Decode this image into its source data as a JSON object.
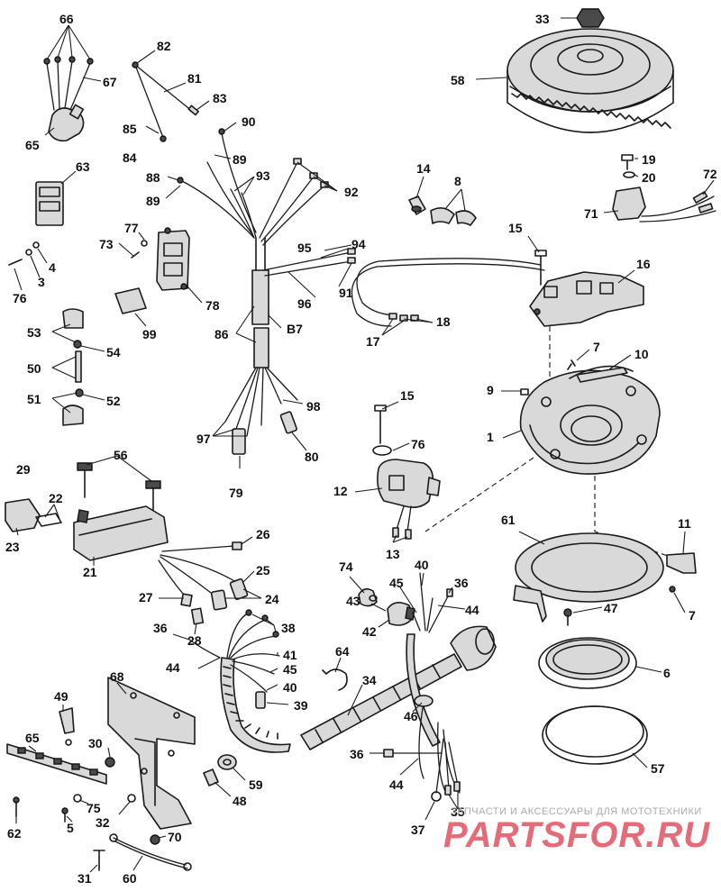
{
  "watermark": {
    "tagline": "ЗАПЧАСТИ И АКСЕССУАРЫ ДЛЯ МОТОТЕХНИКИ",
    "logo": "PARTSFOR.RU"
  },
  "callouts": [
    {
      "id": "66a",
      "text": "66"
    },
    {
      "id": "67",
      "text": "67"
    },
    {
      "id": "65",
      "text": "65"
    },
    {
      "id": "82",
      "text": "82"
    },
    {
      "id": "81",
      "text": "81"
    },
    {
      "id": "83",
      "text": "83"
    },
    {
      "id": "85",
      "text": "85"
    },
    {
      "id": "84",
      "text": "84"
    },
    {
      "id": "90",
      "text": "90"
    },
    {
      "id": "89a",
      "text": "89"
    },
    {
      "id": "88",
      "text": "88"
    },
    {
      "id": "93",
      "text": "93"
    },
    {
      "id": "89b",
      "text": "89"
    },
    {
      "id": "92",
      "text": "92"
    },
    {
      "id": "63",
      "text": "63"
    },
    {
      "id": "4",
      "text": "4"
    },
    {
      "id": "3",
      "text": "3"
    },
    {
      "id": "76a",
      "text": "76"
    },
    {
      "id": "77",
      "text": "77"
    },
    {
      "id": "73",
      "text": "73"
    },
    {
      "id": "78",
      "text": "78"
    },
    {
      "id": "99",
      "text": "99"
    },
    {
      "id": "95",
      "text": "95"
    },
    {
      "id": "94",
      "text": "94"
    },
    {
      "id": "91",
      "text": "91"
    },
    {
      "id": "96",
      "text": "96"
    },
    {
      "id": "86",
      "text": "86"
    },
    {
      "id": "87",
      "text": "B7"
    },
    {
      "id": "53",
      "text": "53"
    },
    {
      "id": "54",
      "text": "54"
    },
    {
      "id": "50",
      "text": "50"
    },
    {
      "id": "51",
      "text": "51"
    },
    {
      "id": "52",
      "text": "52"
    },
    {
      "id": "97",
      "text": "97"
    },
    {
      "id": "98",
      "text": "98"
    },
    {
      "id": "80",
      "text": "80"
    },
    {
      "id": "79",
      "text": "79"
    },
    {
      "id": "33",
      "text": "33"
    },
    {
      "id": "58",
      "text": "58"
    },
    {
      "id": "19",
      "text": "19"
    },
    {
      "id": "20",
      "text": "20"
    },
    {
      "id": "72",
      "text": "72"
    },
    {
      "id": "71",
      "text": "71"
    },
    {
      "id": "14",
      "text": "14"
    },
    {
      "id": "8",
      "text": "8"
    },
    {
      "id": "15a",
      "text": "15"
    },
    {
      "id": "16",
      "text": "16"
    },
    {
      "id": "18",
      "text": "18"
    },
    {
      "id": "17",
      "text": "17"
    },
    {
      "id": "7a",
      "text": "7"
    },
    {
      "id": "10",
      "text": "10"
    },
    {
      "id": "9",
      "text": "9"
    },
    {
      "id": "1",
      "text": "1"
    },
    {
      "id": "15b",
      "text": "15"
    },
    {
      "id": "76b",
      "text": "76"
    },
    {
      "id": "12",
      "text": "12"
    },
    {
      "id": "13",
      "text": "13"
    },
    {
      "id": "29",
      "text": "29"
    },
    {
      "id": "56",
      "text": "56"
    },
    {
      "id": "22",
      "text": "22"
    },
    {
      "id": "23",
      "text": "23"
    },
    {
      "id": "21",
      "text": "21"
    },
    {
      "id": "26",
      "text": "26"
    },
    {
      "id": "25",
      "text": "25"
    },
    {
      "id": "24",
      "text": "24"
    },
    {
      "id": "27",
      "text": "27"
    },
    {
      "id": "28",
      "text": "28"
    },
    {
      "id": "36a",
      "text": "36"
    },
    {
      "id": "38",
      "text": "38"
    },
    {
      "id": "44a",
      "text": "44"
    },
    {
      "id": "41",
      "text": "41"
    },
    {
      "id": "45a",
      "text": "45"
    },
    {
      "id": "40a",
      "text": "40"
    },
    {
      "id": "39",
      "text": "39"
    },
    {
      "id": "74",
      "text": "74"
    },
    {
      "id": "43",
      "text": "43"
    },
    {
      "id": "45b",
      "text": "45"
    },
    {
      "id": "40b",
      "text": "40"
    },
    {
      "id": "36b",
      "text": "36"
    },
    {
      "id": "44b",
      "text": "44"
    },
    {
      "id": "42",
      "text": "42"
    },
    {
      "id": "64",
      "text": "64"
    },
    {
      "id": "34",
      "text": "34"
    },
    {
      "id": "46",
      "text": "46"
    },
    {
      "id": "61",
      "text": "61"
    },
    {
      "id": "11",
      "text": "11"
    },
    {
      "id": "47",
      "text": "47"
    },
    {
      "id": "7b",
      "text": "7"
    },
    {
      "id": "6",
      "text": "6"
    },
    {
      "id": "57",
      "text": "57"
    },
    {
      "id": "68",
      "text": "68"
    },
    {
      "id": "49",
      "text": "49"
    },
    {
      "id": "65b",
      "text": "65"
    },
    {
      "id": "30",
      "text": "30"
    },
    {
      "id": "59",
      "text": "59"
    },
    {
      "id": "48",
      "text": "48"
    },
    {
      "id": "62",
      "text": "62"
    },
    {
      "id": "5",
      "text": "5"
    },
    {
      "id": "75",
      "text": "75"
    },
    {
      "id": "32",
      "text": "32"
    },
    {
      "id": "70",
      "text": "70"
    },
    {
      "id": "31",
      "text": "31"
    },
    {
      "id": "60",
      "text": "60"
    },
    {
      "id": "36c",
      "text": "36"
    },
    {
      "id": "44c",
      "text": "44"
    },
    {
      "id": "37",
      "text": "37"
    },
    {
      "id": "35",
      "text": "35"
    }
  ]
}
